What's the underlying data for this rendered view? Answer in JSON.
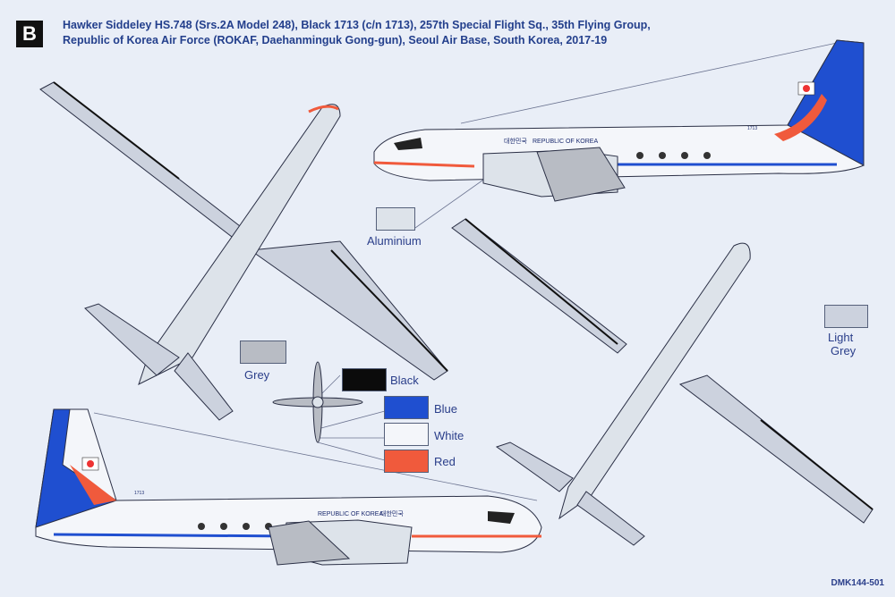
{
  "header": {
    "badge": "B",
    "line1": "Hawker Siddeley HS.748 (Srs.2A Model 248), Black 1713 (c/n 1713), 257th Special Flight Sq., 35th Flying Group,",
    "line2": "Republic of Korea Air Force (ROKAF, Daehanminguk Gong-gun), Seoul Air Base, South Korea, 2017-19"
  },
  "swatches": {
    "aluminium": "Aluminium",
    "light_grey_1": "Light",
    "light_grey_2": "Grey",
    "grey": "Grey",
    "black": "Black",
    "blue": "Blue",
    "white": "White",
    "red": "Red"
  },
  "colors": {
    "aluminium": "#dde3ea",
    "light_grey": "#ccd2de",
    "grey": "#b8bcc4",
    "black": "#0b0b0b",
    "blue": "#1f4fd0",
    "white": "#f4f6fa",
    "red": "#f05a3c"
  },
  "markings": {
    "top_serial": "1713",
    "top_text": "REPUBLIC OF KOREA",
    "top_korean": "대한민국",
    "bottom_serial": "1713",
    "bottom_text": "REPUBLIC OF KOREA",
    "bottom_korean": "대한민국"
  },
  "footer": {
    "code": "DMK144-501"
  }
}
